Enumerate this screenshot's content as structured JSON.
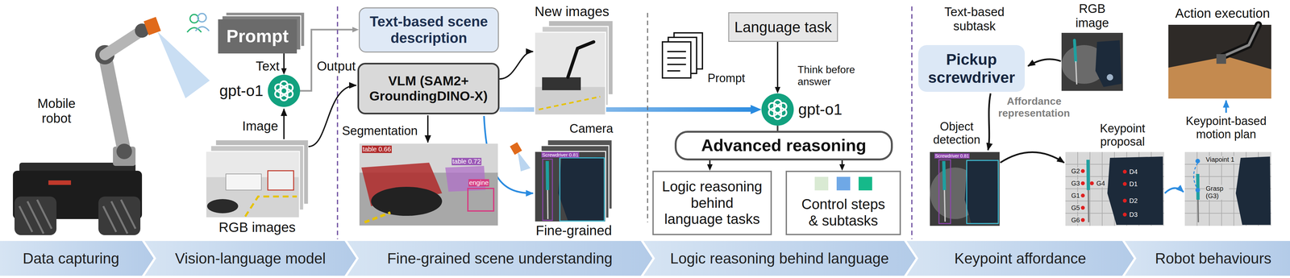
{
  "diagram": {
    "nodes": [
      {
        "text": [
          "Prompt"
        ]
      },
      {
        "text": [
          "gpt-o1"
        ]
      },
      {
        "text": [
          "Text-based scene description"
        ]
      },
      {
        "text": [
          "VLM (SAM2+ GroundingDINO-X)"
        ]
      },
      {
        "text": [
          "Language task"
        ]
      },
      {
        "text": [
          "gpt-o1"
        ]
      },
      {
        "text": [
          "Advanced reasoning"
        ]
      },
      {
        "text": [
          "Logic reasoning behind language tasks"
        ]
      },
      {
        "text": [
          "Control steps & subtasks"
        ]
      },
      {
        "text": [
          "Pickup screwdriver"
        ]
      },
      {
        "text": [
          "Data capturing"
        ]
      },
      {
        "text": [
          "Vision-language model"
        ]
      },
      {
        "text": [
          "Fine-grained scene understanding"
        ]
      },
      {
        "text": [
          "Logic reasoning behind language"
        ]
      },
      {
        "text": [
          "Keypoint affordance"
        ]
      },
      {
        "text": [
          "Robot behaviours"
        ]
      }
    ],
    "edges": [
      {
        "from": 0,
        "to": 1,
        "arrow": "to",
        "label": "Text"
      },
      {
        "from": 1,
        "to": 2,
        "arrow": "to",
        "label": "Output"
      },
      {
        "from": 3,
        "to": 5,
        "arrow": "to"
      },
      {
        "from": 4,
        "to": 5,
        "arrow": "to"
      },
      {
        "from": 5,
        "to": 6,
        "arrow": "none"
      },
      {
        "from": 6,
        "to": 7,
        "arrow": "to"
      },
      {
        "from": 6,
        "to": 8,
        "arrow": "to"
      }
    ],
    "labels": [
      "Mobile robot",
      "RGB images",
      "Image",
      "Segmentation",
      "table 0.66",
      "table 0.72",
      "engine",
      "New images",
      "Camera",
      "Fine-grained",
      "Screwdriver 0.81",
      "Prompt",
      "Think before answer",
      "Text-based subtask",
      "RGB image",
      "Affordance representation",
      "Object detection",
      "Screwdriver 0.81",
      "Keypoint proposal",
      "G2",
      "G3",
      "G4",
      "G1",
      "G5",
      "G6",
      "D4",
      "D1",
      "D2",
      "D3",
      "Keypoint-based motion plan",
      "Viapoint 1",
      "Grasp (G3)",
      "Action execution"
    ]
  }
}
